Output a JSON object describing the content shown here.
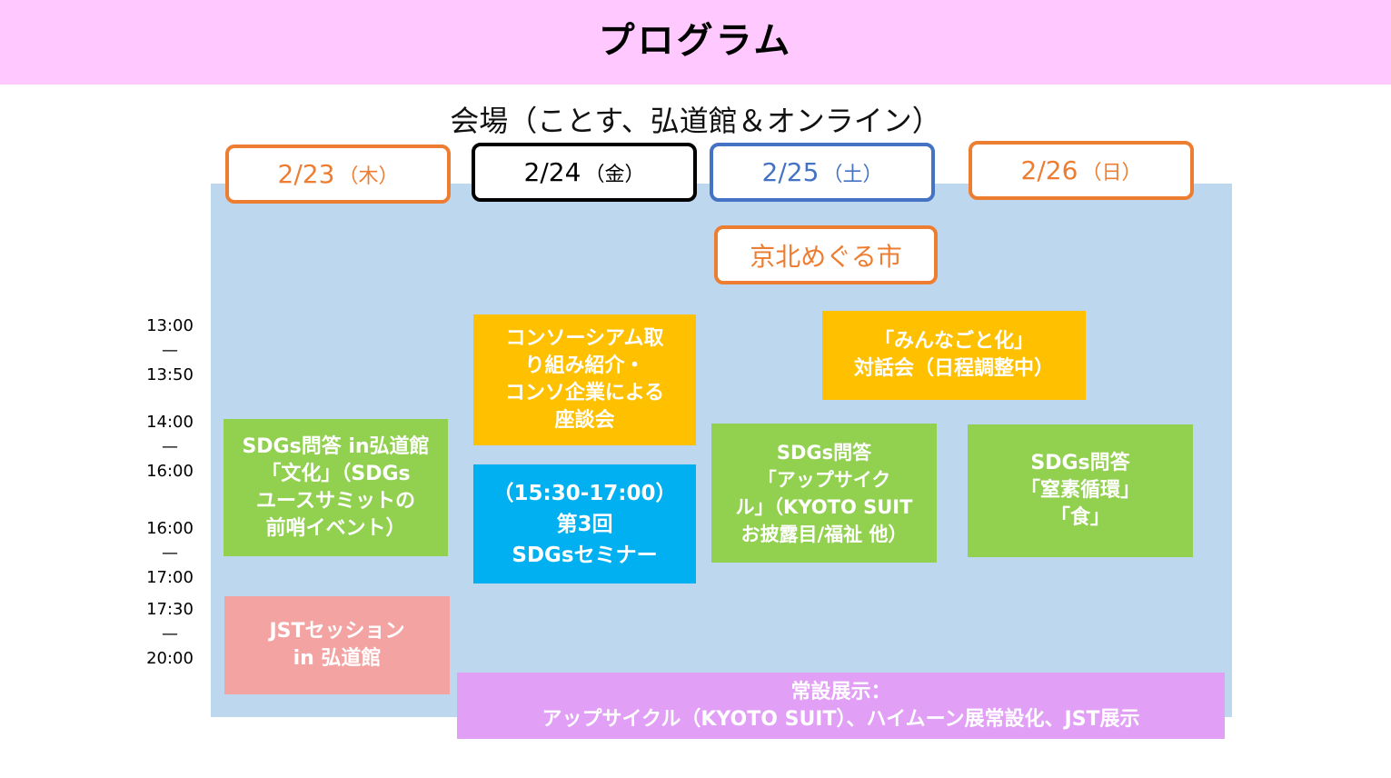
{
  "header": {
    "title": "プログラム"
  },
  "venue": "会場（ことす、弘道館＆オンライン）",
  "dates": [
    {
      "date": "2/23",
      "weekday": "（木）",
      "color": "#ed7d31"
    },
    {
      "date": "2/24",
      "weekday": "（金）",
      "color": "#000000"
    },
    {
      "date": "2/25",
      "weekday": "（土）",
      "color": "#4472c4"
    },
    {
      "date": "2/26",
      "weekday": "（日）",
      "color": "#ed7d31"
    }
  ],
  "market": "京北めぐる市",
  "times": [
    {
      "start": "13:00",
      "sep": "—",
      "end": "13:50"
    },
    {
      "start": "14:00",
      "sep": "—",
      "end": "16:00"
    },
    {
      "start": "16:00",
      "sep": "—",
      "end": "17:00"
    },
    {
      "start": "17:30",
      "sep": "—",
      "end": "20:00"
    }
  ],
  "events": {
    "consortium": {
      "lines": [
        "コンソーシアム取",
        "り組み紹介・",
        "コンソ企業による",
        "座談会"
      ],
      "color": "#ffc000"
    },
    "minnagoto": {
      "lines": [
        "「みんなごと化」",
        "対話会（日程調整中）"
      ],
      "color": "#ffc000"
    },
    "sdgs_bunka": {
      "lines": [
        "SDGs問答 in弘道館",
        "「文化」（SDGs",
        "ユースサミットの",
        "前哨イベント）"
      ],
      "color": "#92d050"
    },
    "seminar": {
      "lines": [
        "（15:30-17:00）",
        "第3回",
        "SDGsセミナー"
      ],
      "color": "#00b0f0"
    },
    "sdgs_upcycle": {
      "lines": [
        "SDGs問答",
        "「アップサイク",
        "ル」（KYOTO SUIT",
        "お披露目/福祉 他）"
      ],
      "color": "#92d050"
    },
    "sdgs_nitrogen": {
      "lines": [
        "SDGs問答",
        "「窒素循環」",
        "「食」"
      ],
      "color": "#92d050"
    },
    "jst": {
      "lines": [
        "JSTセッション",
        "in 弘道館"
      ],
      "color": "#f4a3a3"
    },
    "exhibit": {
      "lines": [
        "常設展示：",
        "アップサイクル（KYOTO SUIT）、ハイムーン展常設化、JST展示"
      ],
      "color": "#e29ff6"
    }
  }
}
